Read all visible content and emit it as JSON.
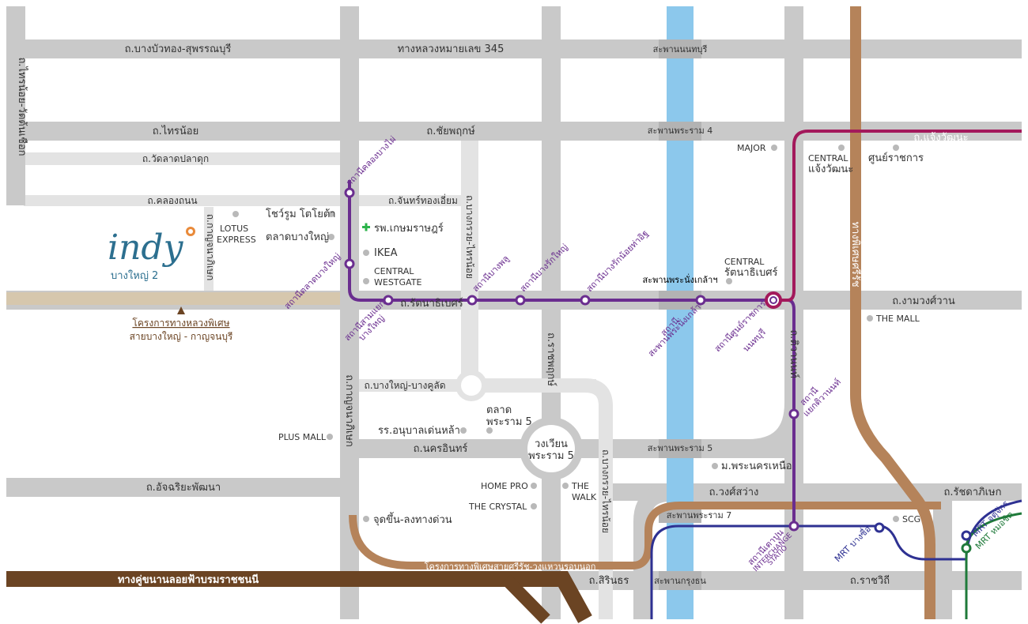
{
  "colors": {
    "road": "#c9c9c9",
    "road_light": "#e3e3e3",
    "river": "#8cc8ec",
    "purple_line": "#6a2d8f",
    "magenta_line": "#a3195b",
    "blue_line": "#2e3192",
    "green_line": "#1f7a3a",
    "tan_road": "#b5835a",
    "brown_road": "#6b4423",
    "hospital": "#2bb34a",
    "dot": "#b9b9b9"
  },
  "roads": {
    "bangbuathong": "ถ.บางบัวทอง-สุพรรณบุรี",
    "hwy345": "ทางหลวงหมายเลข 345",
    "sanonburi": "สะพานนนทบุรี",
    "sainoi": "ถ.ไทรน้อย",
    "chaiyaphruek": "ถ.ชัยพฤกษ์",
    "rama4_bridge": "สะพานพระราม 4",
    "chaengwattana": "ถ.แจ้งวัฒนะ",
    "watladpladuk": "ถ.วัดลาดปลาดุก",
    "khlongthanon": "ถ.คลองถนน",
    "chanthongiam": "ถ.จันทร์ทองเอี่ยม",
    "rattanathibet": "ถ.รัตนาธิเบศร์",
    "ngamwongwan": "ถ.งามวงศ์วาน",
    "nangklao_bridge": "สะพานพระนั่งเกล้าฯ",
    "bangyai_bangkulat": "ถ.บางใหญ่-บางคูลัด",
    "nakhon_in": "ถ.นครอินทร์",
    "rama5_bridge": "สะพานพระราม 5",
    "atchariya": "ถ.อัจฉริยะพัฒนา",
    "wongsawang": "ถ.วงศ์สว่าง",
    "rama7_bridge": "สะพานพระราม 7",
    "ratchadaphisek": "ถ.รัชดาภิเษก",
    "kanchana": "ทางคู่ขนานลอยฟ้าบรมราชชนนี",
    "sirinthorn": "ถ.สิรินธร",
    "krungthon_bridge": "สะพานกรุงธน",
    "ratchawithi": "ถ.ราชวิถี",
    "special_project": "โครงการทางพิเศษสายศรีรัช-วงแหวนรอบนอก",
    "roundabout": "วงเวียน\nพระราม 5",
    "v_sainoi_watton": "ถ.ไทรน้อย-วัดต้นเชือก",
    "v_kanchanaphisek": "ถ.กาญจนาภิเษก",
    "v_bangkruai_sainoi": "ถ.บางกรวย-ไทรน้อย",
    "v_ratchaphruek": "ถ.ราชพฤกษ์",
    "v_bangkruai_sainoi2": "ถ.บางกรวย-ไทรน้อย",
    "v_tiwanon": "ถ.ติวานนท์",
    "v_kamphaengphet": "ทางพิเศษศรีรัช",
    "v_kanchanaphisek_side": "ถ.กาญจนาภิเษก"
  },
  "places": {
    "lotus": "LOTUS\nEXPRESS",
    "toyota": "โชว์รูม โตโยต้า",
    "market": "ตลาดบางใหญ่",
    "hospital": "รพ.เกษมราษฎร์",
    "ikea": "IKEA",
    "westgate": "CENTRAL\nWESTGATE",
    "major": "MAJOR",
    "central_cw": "CENTRAL\nแจ้งวัฒนะ",
    "government": "ศูนย์ราชการ",
    "central_rattana": "CENTRAL\nรัตนาธิเบศร์",
    "mall": "THE MALL",
    "plus_mall": "PLUS MALL",
    "school": "รร.อนุบาลเด่นหล้า",
    "talad_rama5": "ตลาด\nพระราม 5",
    "homepro": "HOME PRO",
    "crystal": "THE CRYSTAL",
    "walk": "THE\nWALK",
    "up_down": "จุดขึ้น-ลงทางด่วน",
    "university": "ม.พระนครเหนือ",
    "scg": "SCG"
  },
  "stations": {
    "khlong_bang_phai": "สถานีคลองบางไผ่",
    "talad_bang_yai": "สถานีตลาดบางใหญ่",
    "sam_yaek_bang_yai": "สถานีสามแยก\nบางใหญ่",
    "bang_phlu": "สถานีบางพลู",
    "bang_rak_yai": "สถานีบางรักใหญ่",
    "bang_rak_noi": "สถานีบางรักน้อยท่าอิฐ",
    "phra_nang_klao": "สถานี\nสะพานพระนั่งเกล้า",
    "nonthaburi_civic": "สถานีศูนย์ราชการ\nนนทบุรี",
    "khae_rai": "สถานี\nแยกติวานนท์",
    "tao_poon": "สถานีเตาปูน\nINTERCHANGE\nSTATIO",
    "mrt_bang_sue": "MRT บางซื่อ",
    "mrt_chatuchak": "MRT จตุจักร",
    "mrt_mo_chit": "MRT หมอชิต"
  },
  "project": {
    "logo_text": "indy",
    "logo_sub": "บางใหญ่ 2",
    "note_line1": "โครงการทางหลวงพิเศษ",
    "note_line2": "สายบางใหญ่ - กาญจนบุรี"
  }
}
